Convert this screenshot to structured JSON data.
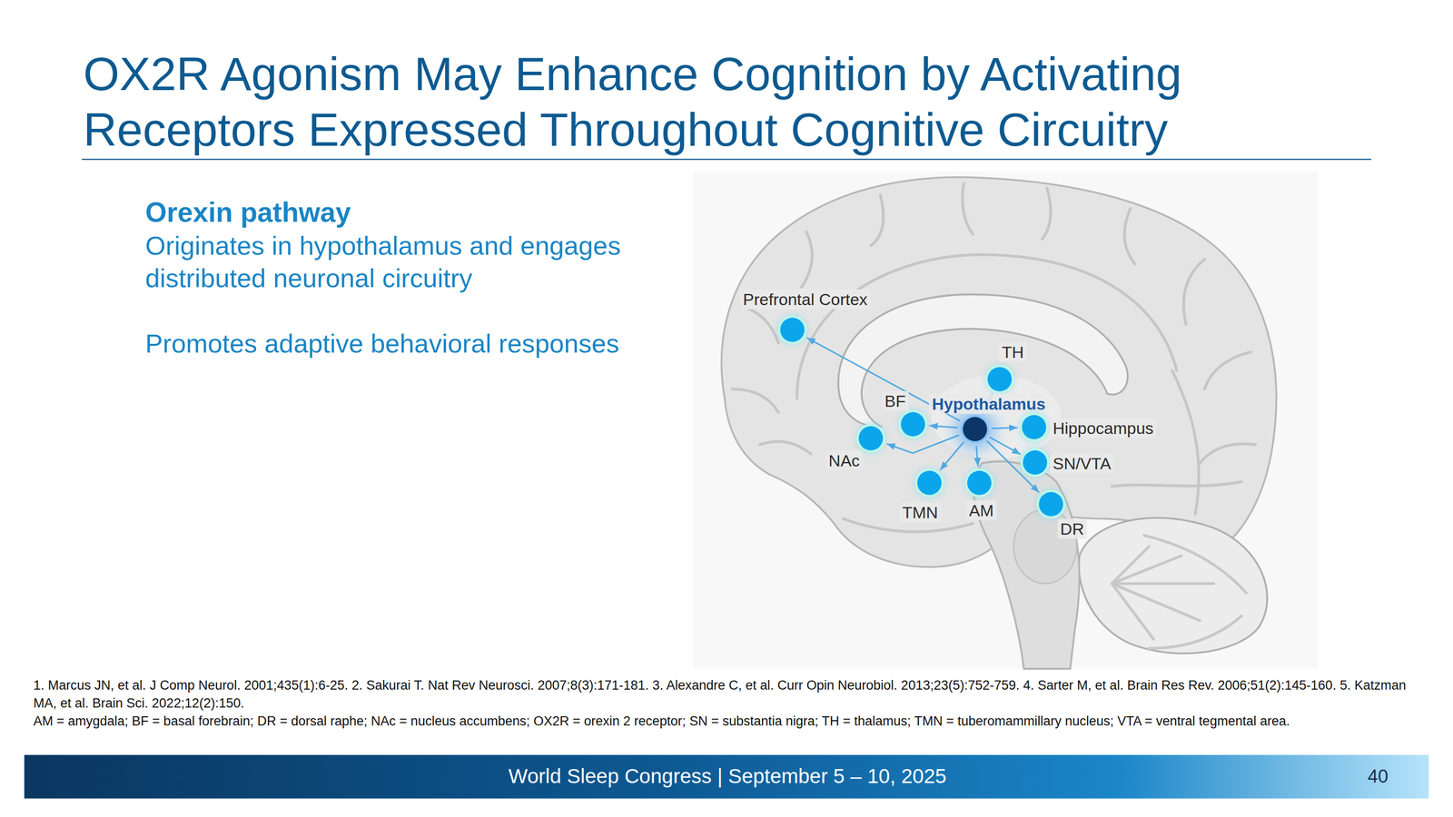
{
  "diagram": {
    "title": "OX2R Agonism May Enhance Cognition by Activating Receptors Expressed Throughout Cognitive Circuitry",
    "nodes": [
      {
        "text": [
          "Prefrontal Cortex"
        ]
      },
      {
        "text": [
          "TH"
        ]
      },
      {
        "text": [
          "BF"
        ]
      },
      {
        "text": [
          "Hypothalamus"
        ]
      },
      {
        "text": [
          "Hippocampus"
        ]
      },
      {
        "text": [
          "NAc"
        ]
      },
      {
        "text": [
          "SN/VTA"
        ]
      },
      {
        "text": [
          "TMN"
        ]
      },
      {
        "text": [
          "AM"
        ]
      },
      {
        "text": [
          "DR"
        ]
      }
    ],
    "edges": [
      {
        "from": 3,
        "to": 0,
        "arrow": "to"
      },
      {
        "from": 3,
        "to": 1,
        "arrow": "to"
      },
      {
        "from": 3,
        "to": 2,
        "arrow": "to"
      },
      {
        "from": 3,
        "to": 4,
        "arrow": "to"
      },
      {
        "from": 3,
        "to": 5,
        "arrow": "to"
      },
      {
        "from": 3,
        "to": 6,
        "arrow": "to"
      },
      {
        "from": 3,
        "to": 7,
        "arrow": "to"
      },
      {
        "from": 3,
        "to": 8,
        "arrow": "to"
      },
      {
        "from": 3,
        "to": 9,
        "arrow": "to"
      }
    ],
    "labels": [
      "Orexin pathway",
      "Originates in hypothalamus and engages distributed neuronal circuitry",
      "Promotes adaptive behavioral responses",
      "1. Marcus JN, et al. J Comp Neurol. 2001;435(1):6-25. 2. Sakurai T. Nat Rev Neurosci. 2007;8(3):171-181. 3. Alexandre C, et al. Curr Opin Neurobiol. 2013;23(5):752-759. 4. Sarter M, et al. Brain Res Rev. 2006;51(2):145-160. 5. Katzman MA, et al. Brain Sci. 2022;12(2):150.",
      "AM = amygdala; BF = basal forebrain; DR = dorsal raphe; NAc = nucleus accumbens; OX2R = orexin 2 receptor; SN = substantia nigra; TH = thalamus; TMN = tuberomammillary nucleus; VTA = ventral tegmental area.",
      "World Sleep Congress | September 5 – 10, 2025",
      "40"
    ]
  }
}
